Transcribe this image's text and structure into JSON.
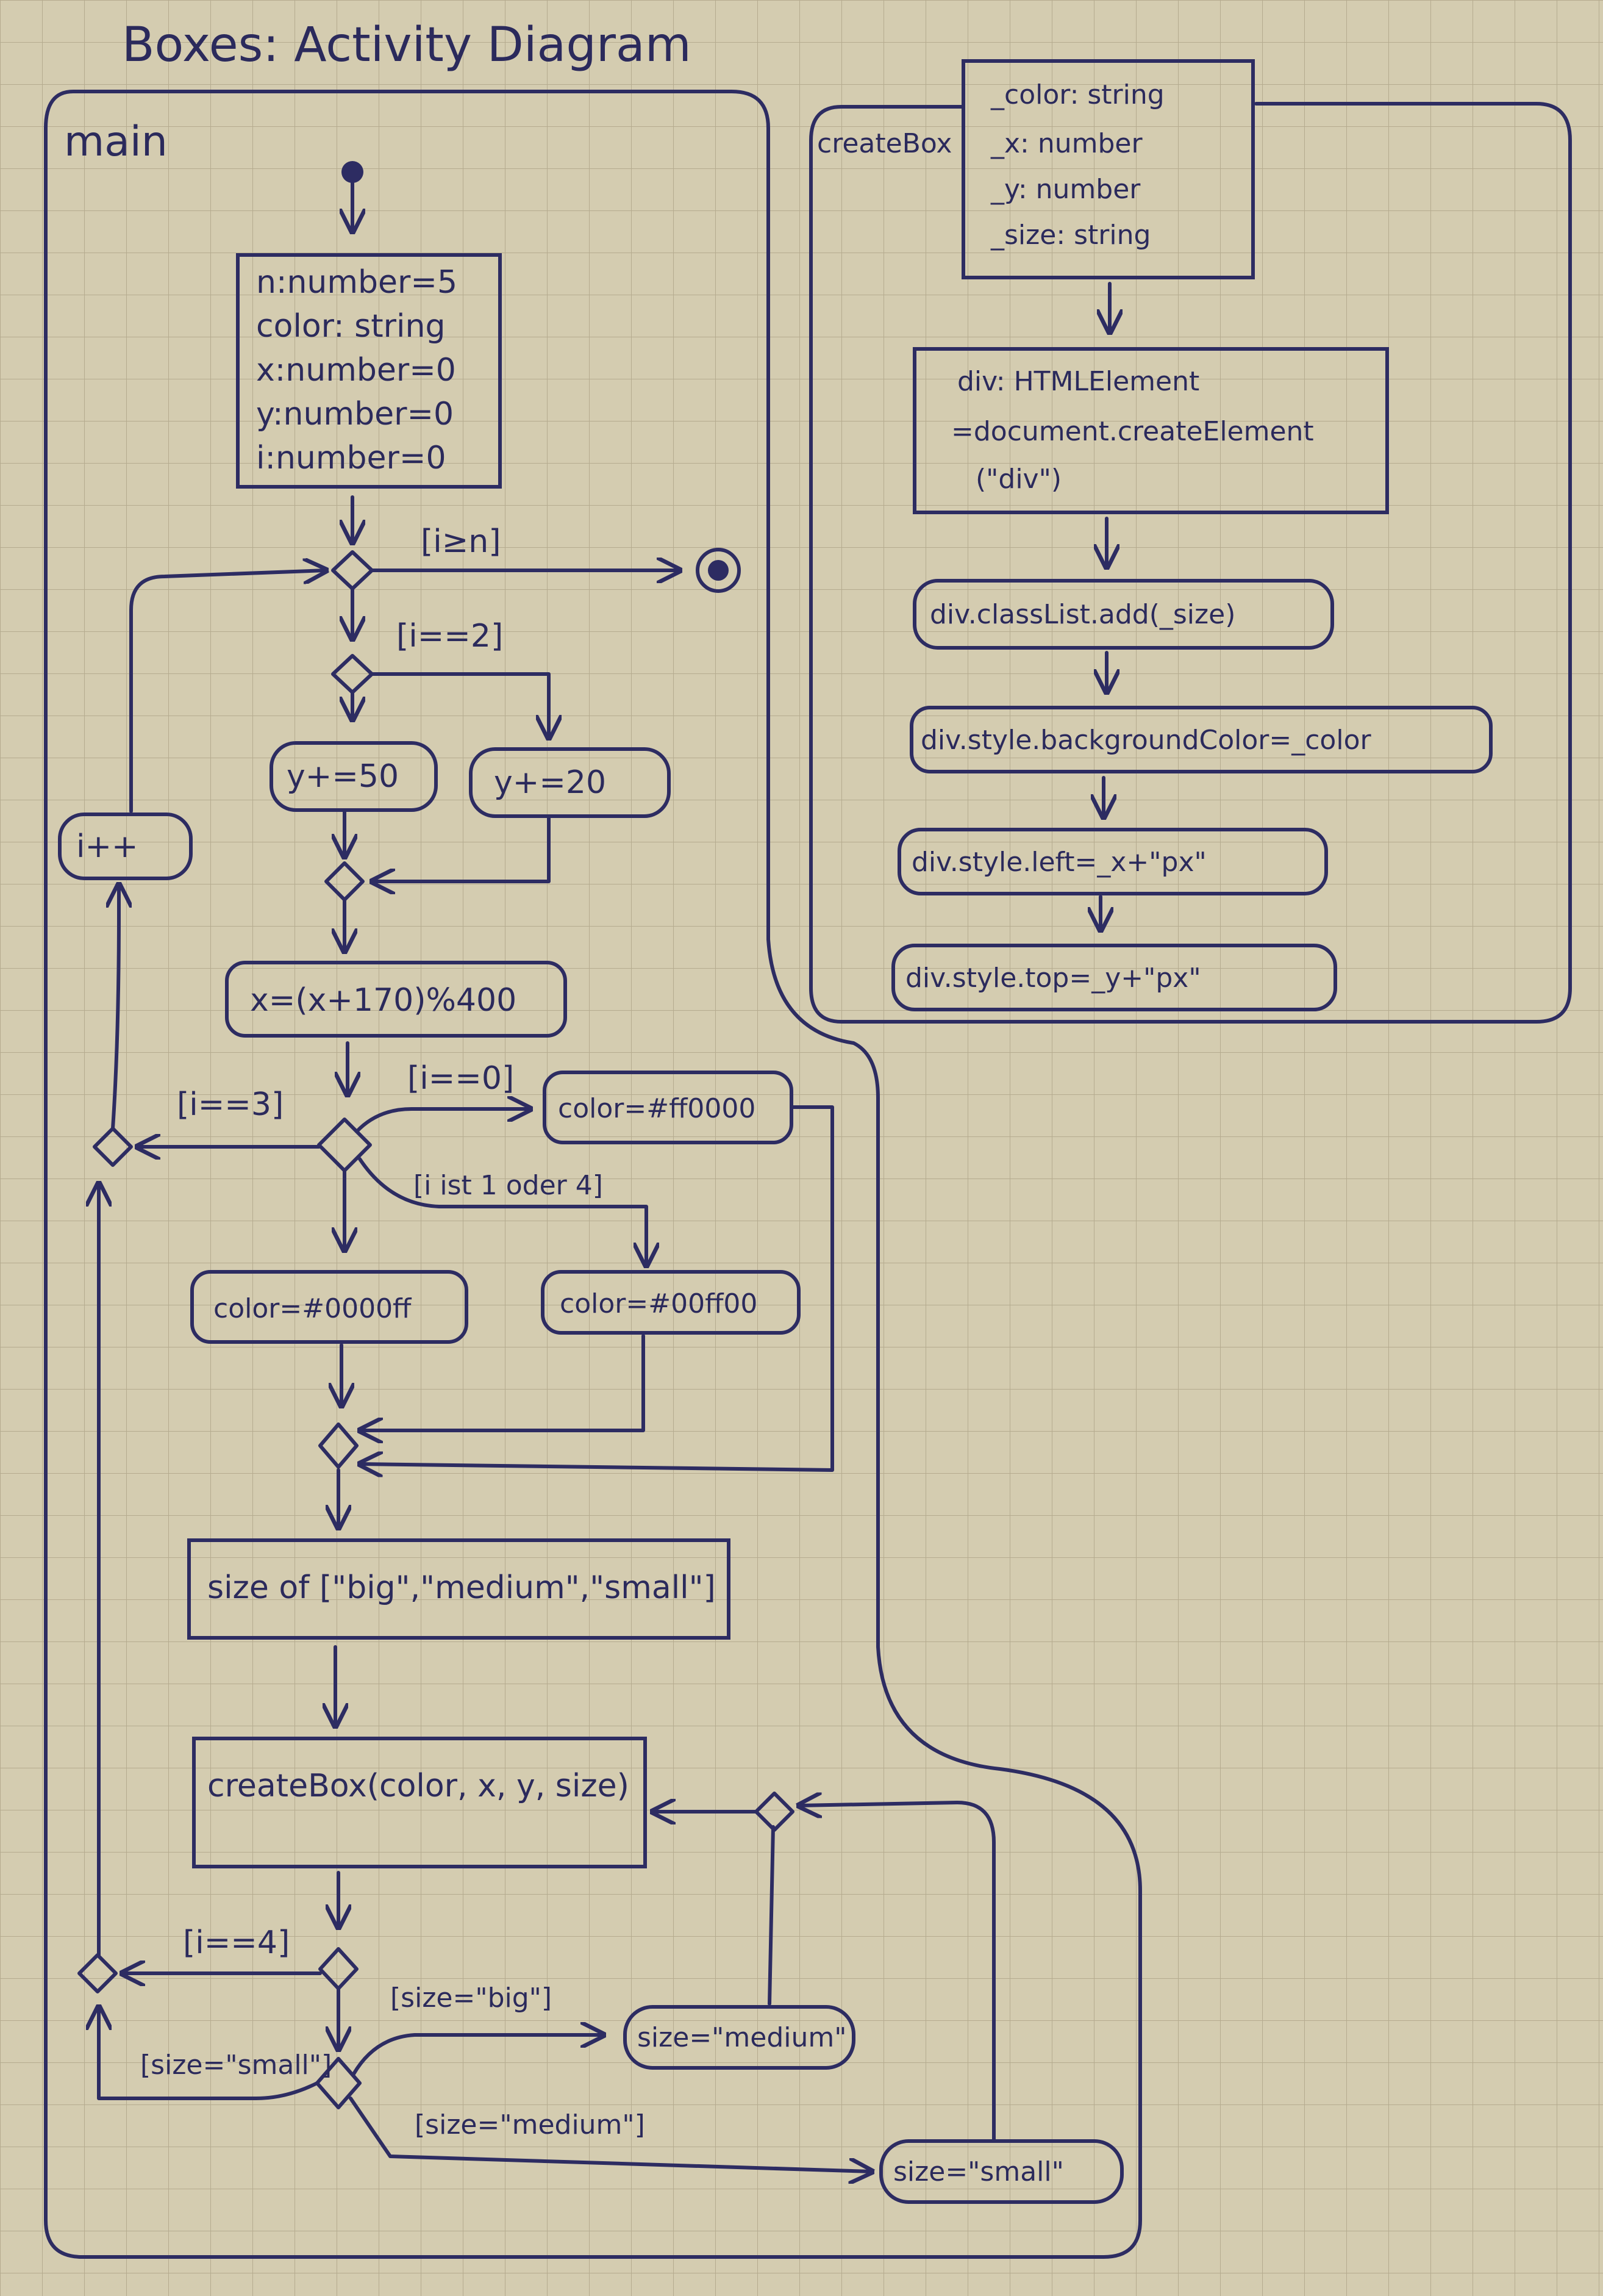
{
  "title": "Boxes: Activity Diagram",
  "main": {
    "label": "main",
    "vars": [
      "n:number=5",
      "color: string",
      "x:number=0",
      "y:number=0",
      "i:number=0"
    ],
    "guard_end": "[i≥n]",
    "guard_i2": "[i==2]",
    "y50": "y+=50",
    "y20": "y+=20",
    "inc": "i++",
    "xcalc": "x=(x+170)%400",
    "guard_i3": "[i==3]",
    "guard_i0": "[i==0]",
    "red": "color=#ff0000",
    "guard_i14": "[i ist 1 oder 4]",
    "blue": "color=#0000ff",
    "green": "color=#00ff00",
    "sizeof": "size of [\"big\",\"medium\",\"small\"]",
    "call": "createBox(color, x, y, size)",
    "guard_i4": "[i==4]",
    "guard_big": "[size=\"big\"]",
    "guard_small": "[size=\"small\"]",
    "guard_medium": "[size=\"medium\"]",
    "to_medium": "size=\"medium\"",
    "to_small": "size=\"small\""
  },
  "createBox": {
    "label": "createBox",
    "params": [
      "_color: string",
      "_x: number",
      "_y: number",
      "_size: string"
    ],
    "div1": "div: HTMLElement",
    "div2": "=document.createElement",
    "div3": "(\"div\")",
    "s1": "div.classList.add(_size)",
    "s2": "div.style.backgroundColor=_color",
    "s3": "div.style.left=_x+\"px\"",
    "s4": "div.style.top=_y+\"px\""
  }
}
